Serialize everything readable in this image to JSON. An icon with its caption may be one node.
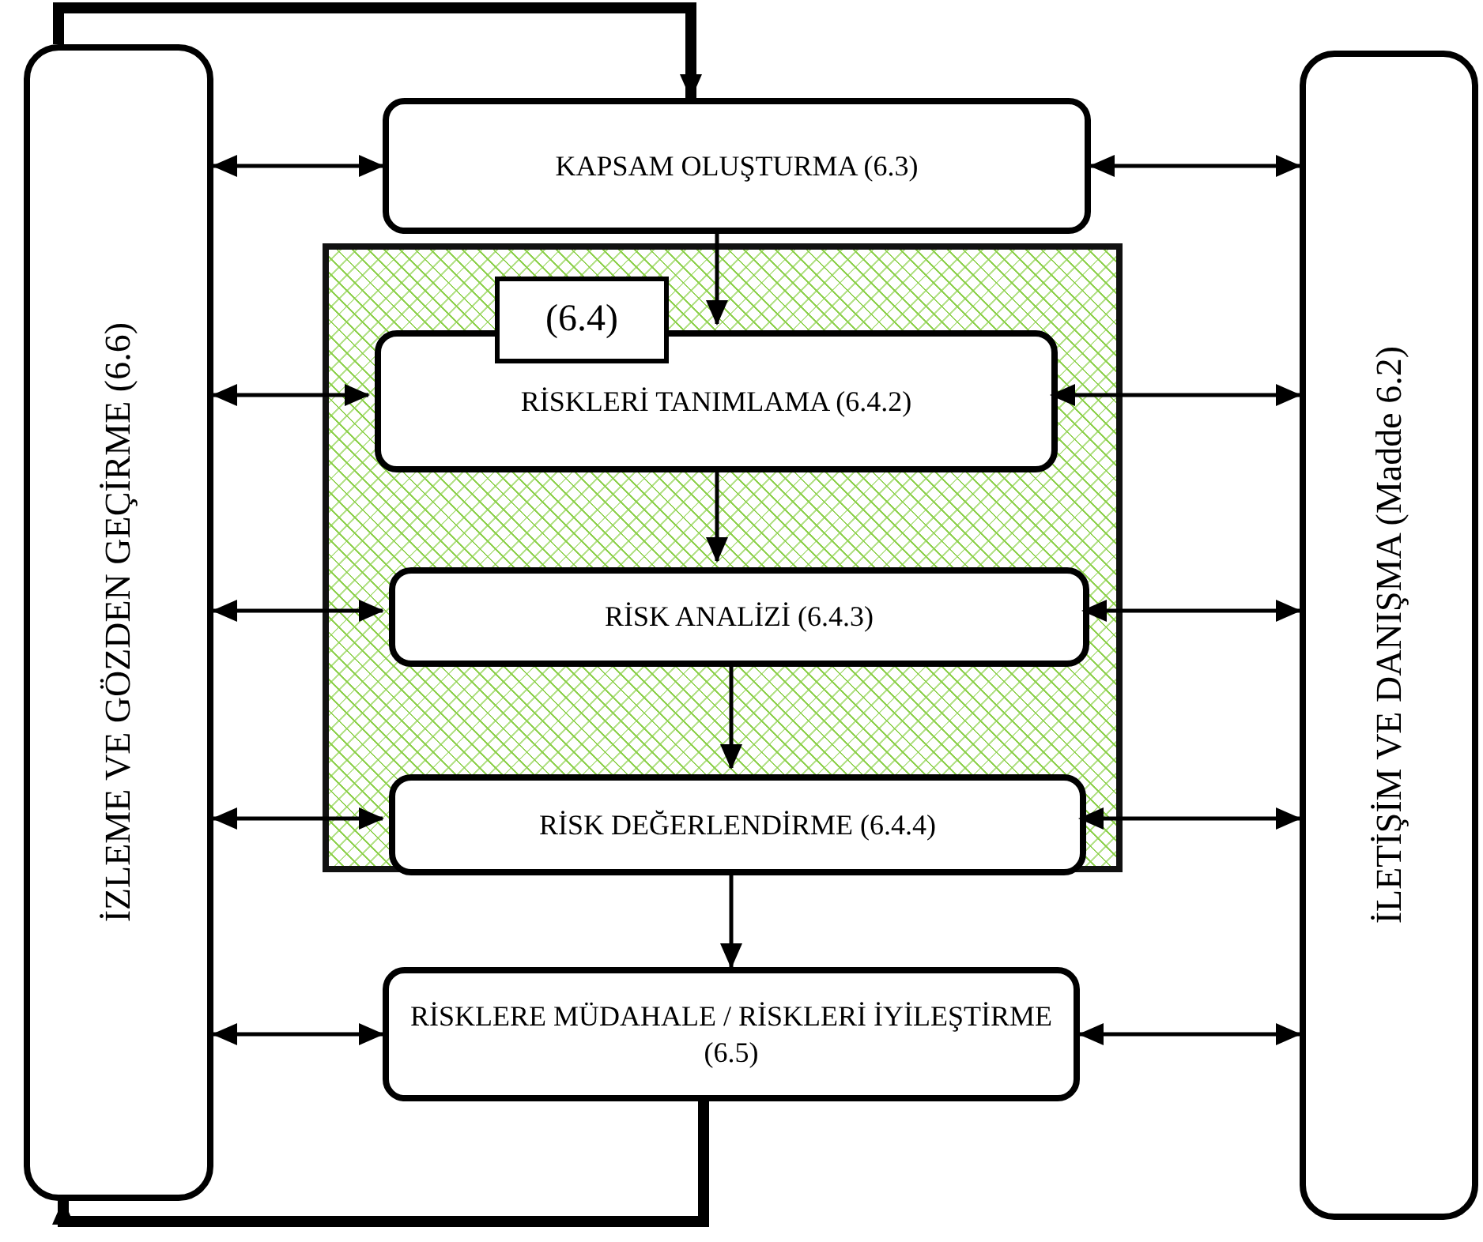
{
  "diagram": {
    "nodes": [
      {
        "text": [
          "İZLEME VE GÖZDEN GEÇİRME (6.6)"
        ]
      },
      {
        "text": [
          "KAPSAM OLUŞTURMA (6.3)"
        ]
      },
      {
        "text": [
          "(6.4)"
        ]
      },
      {
        "text": [
          "RİSKLERİ TANIMLAMA (6.4.2)"
        ],
        "in": 2
      },
      {
        "text": [
          "RİSK ANALİZİ (6.4.3)"
        ],
        "in": 2
      },
      {
        "text": [
          "RİSK DEĞERLENDİRME (6.4.4)"
        ],
        "in": 2
      },
      {
        "text": [
          "RİSKLERE MÜDAHALE / RİSKLERİ İYİLEŞTİRME (6.5)"
        ]
      },
      {
        "text": [
          "İLETİŞİM VE DANIŞMA (Madde 6.2)"
        ]
      }
    ],
    "edges": [
      {
        "from": 0,
        "to": 1,
        "arrow": "to",
        "style": "thick"
      },
      {
        "from": 1,
        "to": 3,
        "arrow": "to"
      },
      {
        "from": 3,
        "to": 4,
        "arrow": "to"
      },
      {
        "from": 4,
        "to": 5,
        "arrow": "to"
      },
      {
        "from": 5,
        "to": 6,
        "arrow": "to"
      },
      {
        "from": 6,
        "to": 0,
        "arrow": "to",
        "style": "thick"
      },
      {
        "from": 0,
        "to": 1,
        "arrow": "both"
      },
      {
        "from": 0,
        "to": 3,
        "arrow": "both"
      },
      {
        "from": 0,
        "to": 4,
        "arrow": "both"
      },
      {
        "from": 0,
        "to": 5,
        "arrow": "both"
      },
      {
        "from": 0,
        "to": 6,
        "arrow": "both"
      },
      {
        "from": 1,
        "to": 7,
        "arrow": "both"
      },
      {
        "from": 3,
        "to": 7,
        "arrow": "both"
      },
      {
        "from": 4,
        "to": 7,
        "arrow": "both"
      },
      {
        "from": 5,
        "to": 7,
        "arrow": "both"
      },
      {
        "from": 6,
        "to": 7,
        "arrow": "both"
      }
    ]
  }
}
